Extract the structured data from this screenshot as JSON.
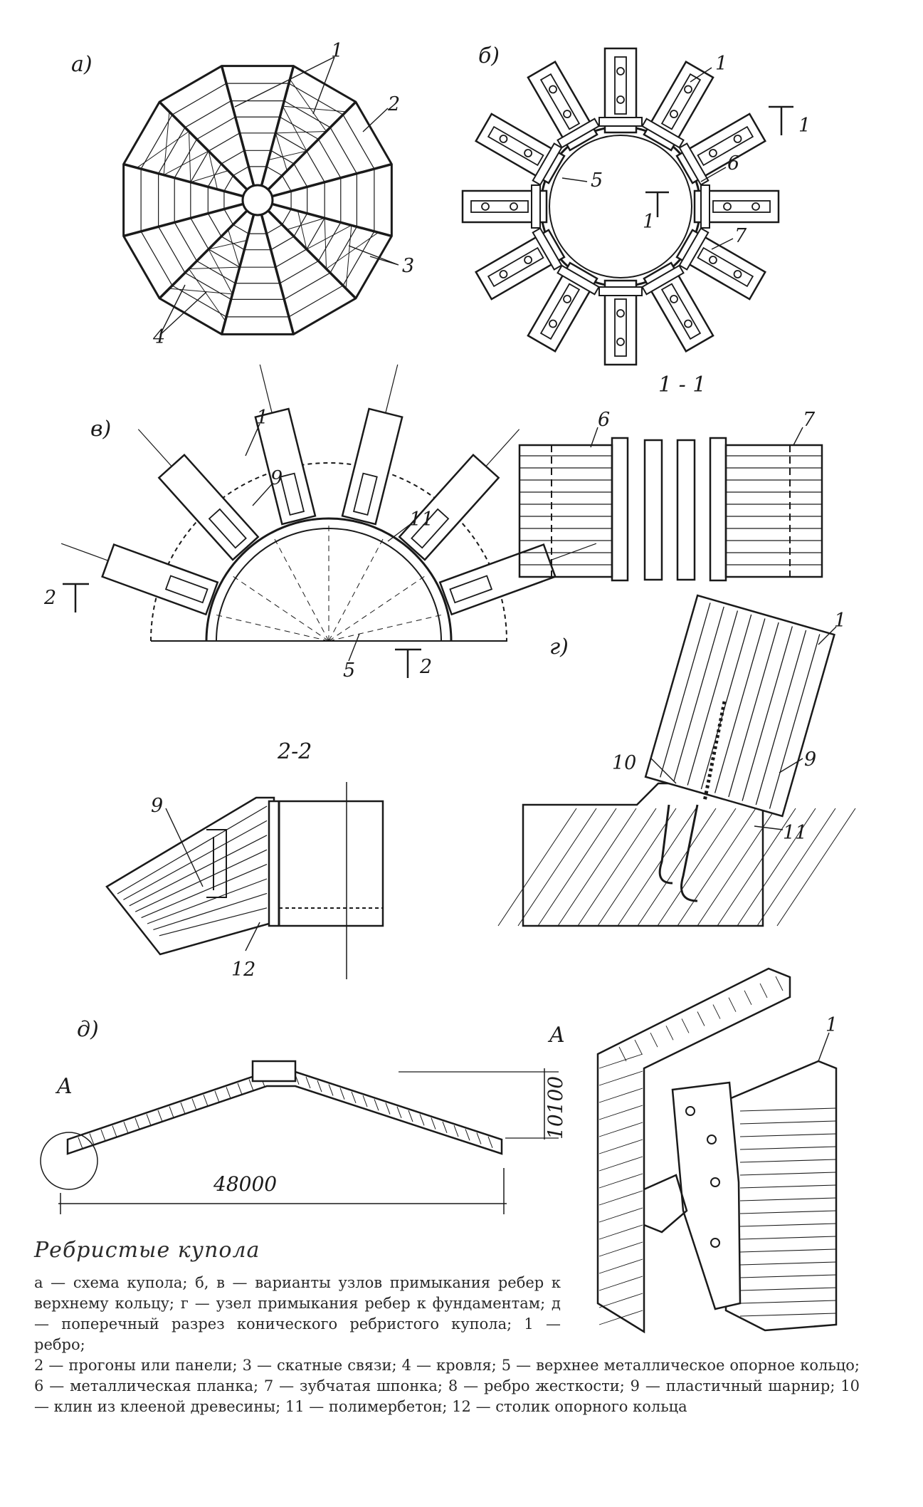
{
  "figure": {
    "panels": {
      "a": "а)",
      "b": "б)",
      "v": "в)",
      "g": "г)",
      "d": "д)"
    },
    "sections": {
      "s11": "1 - 1",
      "s22": "2-2",
      "cut1": "1",
      "cut2": "2",
      "detailA": "A"
    },
    "labels": {
      "n1": "1",
      "n2": "2",
      "n3": "3",
      "n4": "4",
      "n5": "5",
      "n6": "6",
      "n7": "7",
      "n9": "9",
      "n10": "10",
      "n11": "11",
      "n12": "12"
    },
    "dimensions": {
      "span": "48000",
      "height": "10100"
    }
  },
  "caption": {
    "title": "Ребристые купола",
    "text_short": "а — схема купола; б, в — варианты узлов примыкания ребер к верхнему кольцу; г — узел примыкания ребер к фундаментам; д — поперечный разрез конического ребристого купола; 1 — ребро;",
    "text_long": "2 — прогоны или панели; 3 — скатные связи; 4 — кровля; 5 — верхнее металлическое опорное кольцо; 6 — металлическая планка; 7 — зубчатая шпонка; 8 — ребро жесткости; 9 — пластичный шарнир; 10 — клин из клееной древесины; 11 — полимербетон; 12 — столик опорного кольца"
  }
}
